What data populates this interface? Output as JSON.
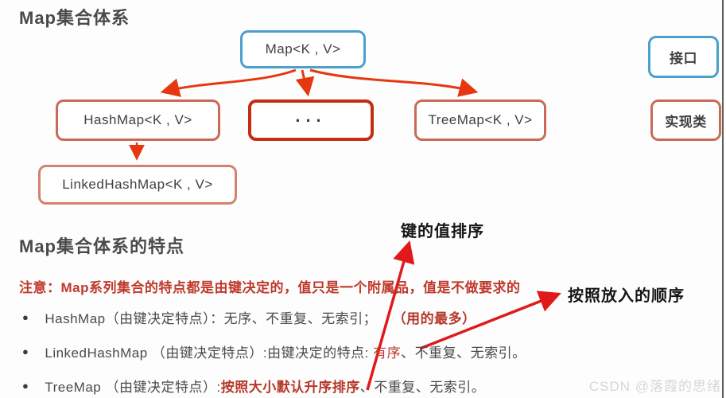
{
  "page": {
    "title": "Map集合体系",
    "watermark": "CSDN @落霞的思绪"
  },
  "diagram": {
    "nodes": {
      "map": "Map<K , V>",
      "interface": "接口",
      "hashmap": "HashMap<K , V>",
      "dots": "...",
      "treemap": "TreeMap<K , V>",
      "impl": "实现类",
      "linkedhashmap": "LinkedHashMap<K , V>"
    },
    "colors": {
      "interface_border": "#4ba0cd",
      "class_border": "#c96a57",
      "dots_border": "#c52d12",
      "tree_arrow": "#e5380f",
      "annotation_arrow": "#e01a1a"
    }
  },
  "features": {
    "heading": "Map集合体系的特点",
    "note": "注意：Map系列集合的特点都是由键决定的，值只是一个附属品，值是不做要求的",
    "note_color": "#c0392b",
    "bullets": {
      "0": {
        "pre": "HashMap（由键决定特点）：无序、不重复、无索引；",
        "red": "（用的最多）",
        "post": ""
      },
      "1": {
        "pre": "LinkedHashMap （由键决定特点）:由键决定的特点: ",
        "red": "有序",
        "post": "、不重复、无索引。"
      },
      "2": {
        "pre": "TreeMap （由键决定特点）:",
        "red": "按照大小默认升序排序",
        "post": "、不重复、无索引。"
      }
    },
    "annotations": {
      "sort_by_key": "键的值排序",
      "insertion_order": "按照放入的顺序"
    }
  }
}
